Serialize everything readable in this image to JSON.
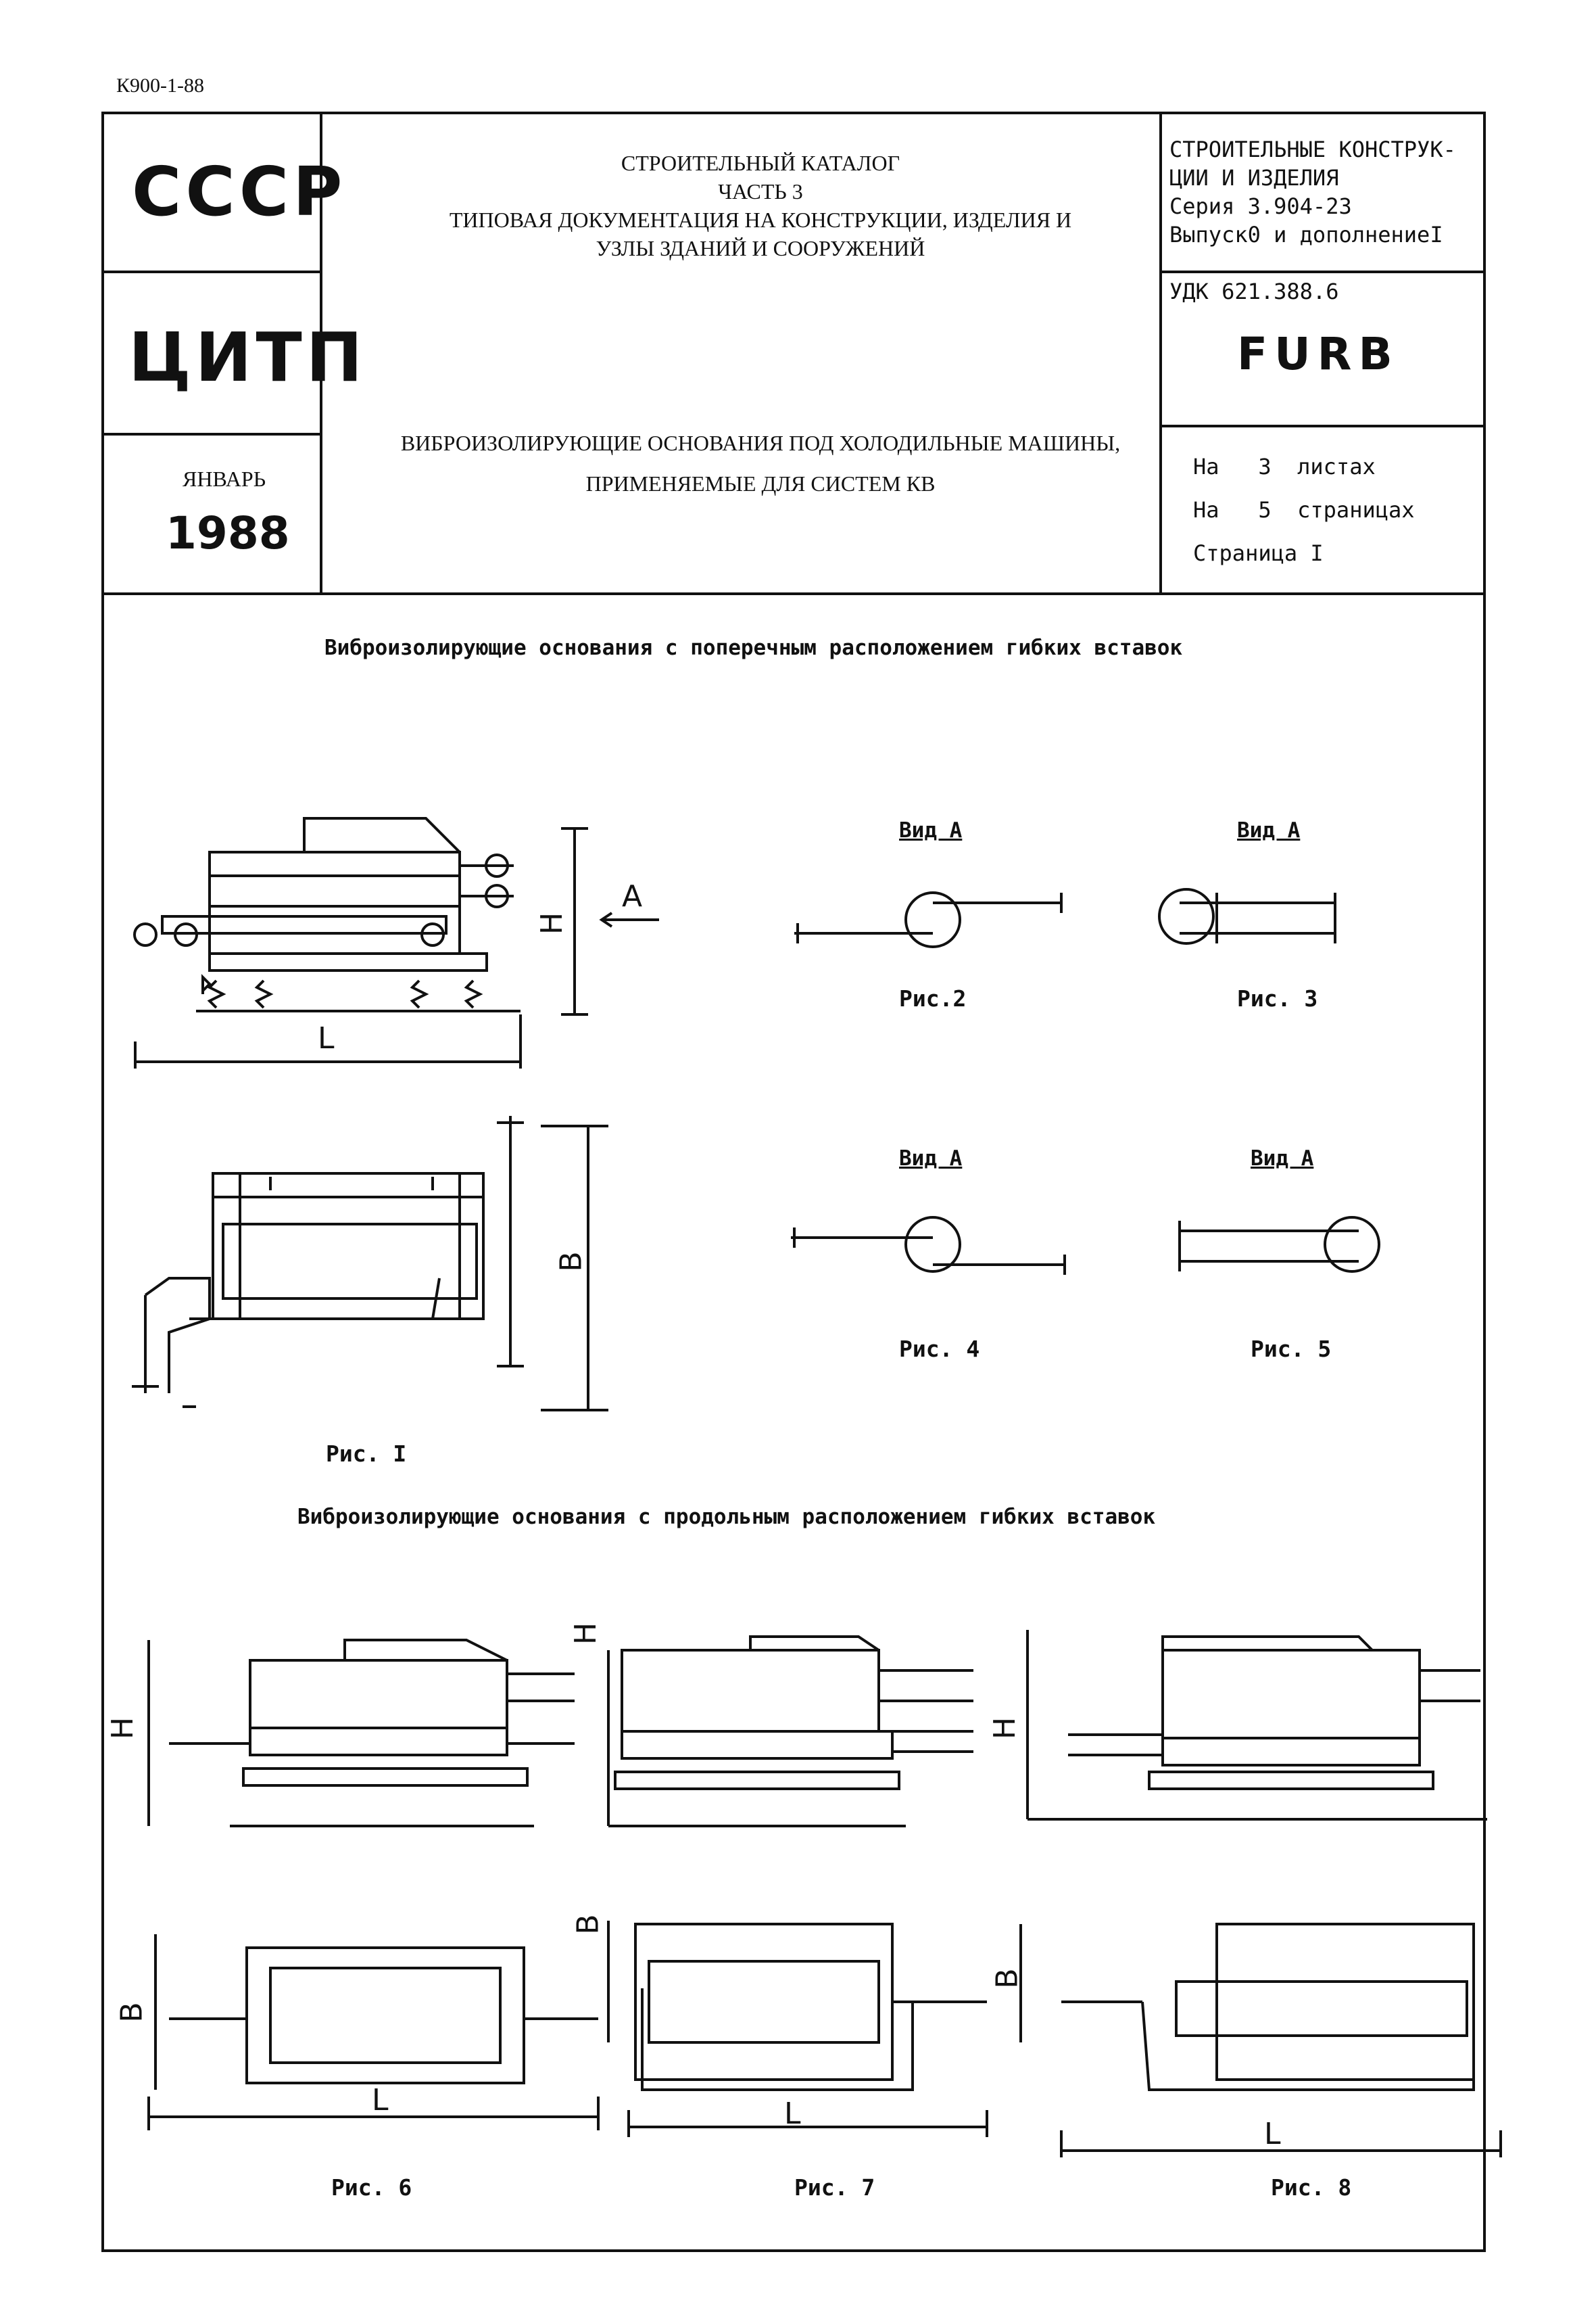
{
  "doc_code": "К900-1-88",
  "left_column": {
    "ussr": "СССР",
    "citp": "ЦИТП",
    "month": "ЯНВАРЬ",
    "year": "1988"
  },
  "center": {
    "catalog_lines": [
      "СТРОИТЕЛЬНЫЙ КАТАЛОГ",
      "ЧАСТЬ 3",
      "ТИПОВАЯ ДОКУМЕНТАЦИЯ НА КОНСТРУКЦИИ, ИЗДЕЛИЯ И",
      "УЗЛЫ ЗДАНИЙ И СООРУЖЕНИЙ"
    ],
    "title_lines": [
      "ВИБРОИЗОЛИРУЮЩИЕ ОСНОВАНИЯ ПОД ХОЛОДИЛЬНЫЕ МАШИНЫ,",
      "ПРИМЕНЯЕМЫЕ ДЛЯ СИСТЕМ КВ"
    ]
  },
  "right_column": {
    "lines": [
      "СТРОИТЕЛЬНЫЕ КОНСТРУК-",
      "ЦИИ И ИЗДЕЛИЯ",
      "Серия 3.904-23",
      "Выпуск0 и дополнениеI"
    ],
    "udk": "УДК 621.388.6",
    "code": "FURB",
    "sheets": {
      "on_label": "На",
      "sheets_count": "3",
      "sheets_word": "листах",
      "pages_count": "5",
      "pages_word": "страницах",
      "page_label": "Страница I"
    }
  },
  "sections": {
    "transverse": "Виброизолирующие основания с поперечным расположением гибких вставок",
    "longitudinal": "Виброизолирующие основания с продольным расположением гибких вставок"
  },
  "views": {
    "view_a": "Вид А",
    "arrow_label": "А"
  },
  "captions": {
    "fig1": "Рис. I",
    "fig2": "Рис.2",
    "fig3": "Рис. 3",
    "fig4": "Рис. 4",
    "fig5": "Рис. 5",
    "fig6": "Рис. 6",
    "fig7": "Рис. 7",
    "fig8": "Рис. 8"
  },
  "dimensions": {
    "H": "Н",
    "L": "L",
    "B": "В"
  }
}
